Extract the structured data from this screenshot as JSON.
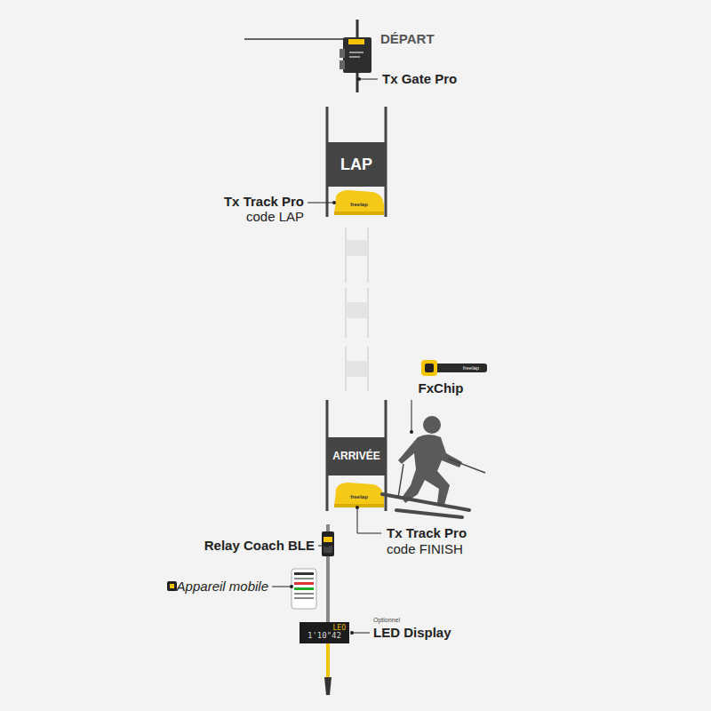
{
  "diagram": {
    "nodes": [
      {
        "text": [
          "LAP"
        ]
      },
      {
        "text": [
          "ARRIVÉE"
        ]
      },
      {
        "text": [
          "LEO",
          "1'10\"42"
        ]
      }
    ],
    "labels": [
      "DÉPART",
      "Tx Gate Pro",
      "Tx Track Pro",
      "code LAP",
      "freelap",
      "freelap",
      "FxChip",
      "freelap",
      "Tx Track Pro",
      "code FINISH",
      "Relay Coach BLE",
      "Appareil mobile",
      "Optionnel",
      "LED Display"
    ]
  }
}
